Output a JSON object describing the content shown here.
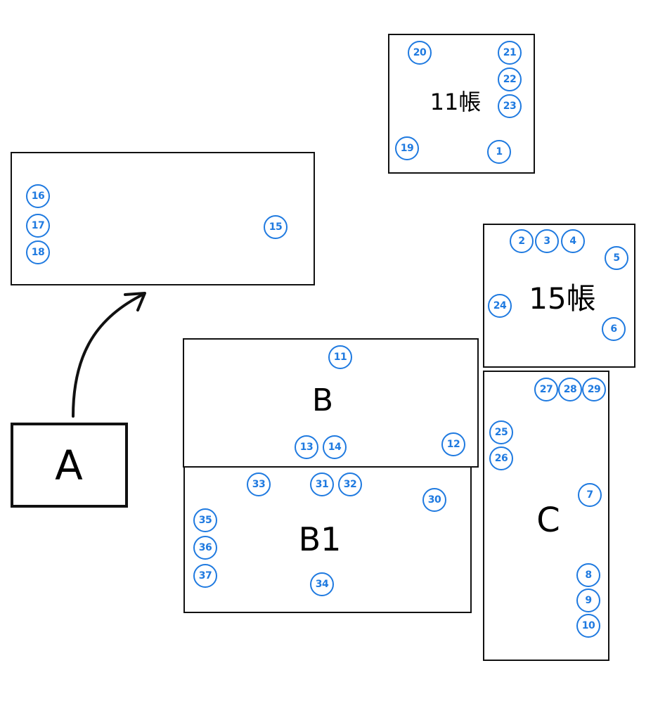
{
  "diagram": {
    "rooms": [
      {
        "id": "room-11jo",
        "label": "11帳"
      },
      {
        "id": "room-top-left",
        "label": ""
      },
      {
        "id": "room-15jo",
        "label": "15帳"
      },
      {
        "id": "room-b",
        "label": "B"
      },
      {
        "id": "room-b1",
        "label": "B1"
      },
      {
        "id": "room-c",
        "label": "C"
      },
      {
        "id": "room-a",
        "label": "A"
      }
    ],
    "markers": [
      "1",
      "2",
      "3",
      "4",
      "5",
      "6",
      "7",
      "8",
      "9",
      "10",
      "11",
      "12",
      "13",
      "14",
      "15",
      "16",
      "17",
      "18",
      "19",
      "20",
      "21",
      "22",
      "23",
      "24",
      "25",
      "26",
      "27",
      "28",
      "29",
      "30",
      "31",
      "32",
      "33",
      "34",
      "35",
      "36",
      "37"
    ],
    "colors": {
      "marker": "#1f7ae0",
      "line": "#111111"
    }
  }
}
